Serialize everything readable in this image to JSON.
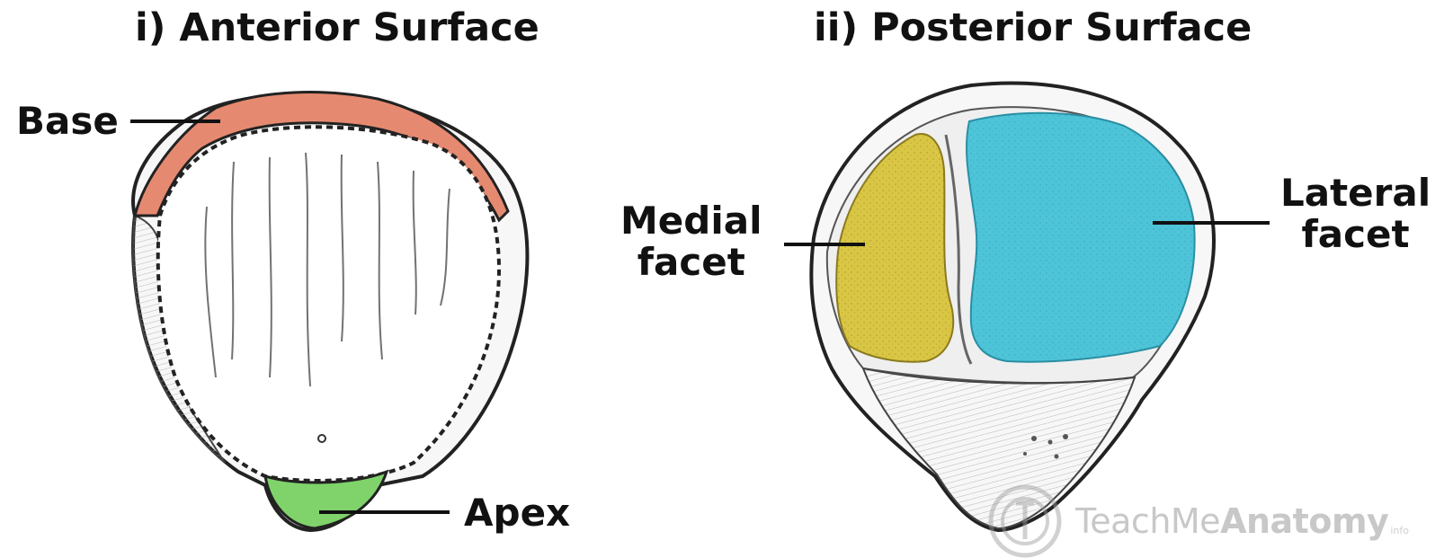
{
  "titles": {
    "anterior": "i) Anterior Surface",
    "posterior": "ii) Posterior Surface"
  },
  "labels": {
    "base": "Base",
    "apex": "Apex",
    "medial_line1": "Medial",
    "medial_line2": "facet",
    "lateral_line1": "Lateral",
    "lateral_line2": "facet"
  },
  "watermark": {
    "light": "TeachMe",
    "bold": "Anatomy",
    "suffix": "info"
  },
  "colors": {
    "base": "#e58a70",
    "apex": "#7fd36a",
    "medial_facet": "#d9c645",
    "lateral_facet": "#4ec4d8",
    "bone_outline": "#222222",
    "bone_fill": "#f7f7f7"
  }
}
